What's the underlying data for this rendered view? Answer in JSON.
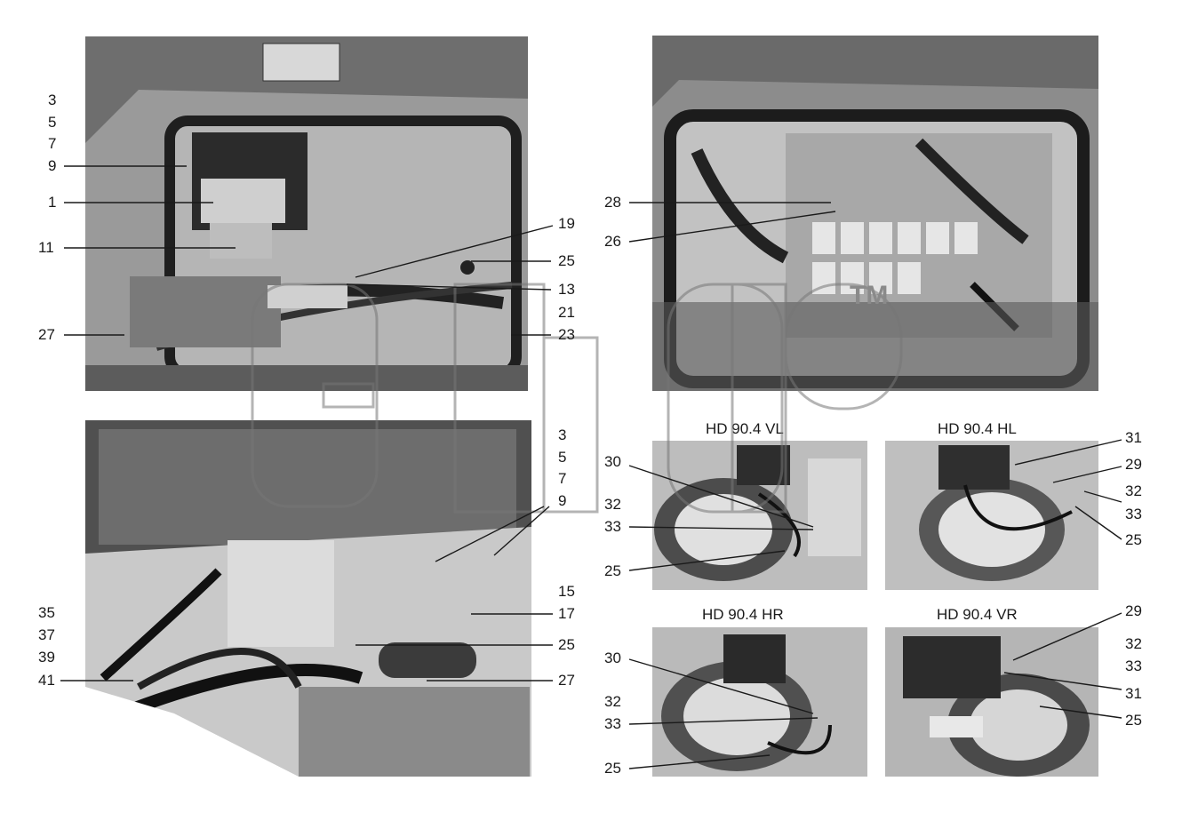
{
  "photos": {
    "top_left": "photo-front-panel-open",
    "top_right": "photo-relay-board",
    "bottom_left": "photo-cab-wiring",
    "hd_vl": {
      "caption": "HD 90.4 VL"
    },
    "hd_hl": {
      "caption": "HD 90.4 HL"
    },
    "hd_hr": {
      "caption": "HD 90.4 HR"
    },
    "hd_vr": {
      "caption": "HD 90.4 VR"
    }
  },
  "callouts": {
    "tl_left": [
      "3",
      "5",
      "7",
      "9",
      "1",
      "11",
      "27"
    ],
    "tl_right": [
      "19",
      "25",
      "13",
      "21",
      "23"
    ],
    "tr_left": [
      "28",
      "26"
    ],
    "tr_watermark_tm": "TM",
    "bl_right_group": [
      "3",
      "5",
      "7",
      "9"
    ],
    "bl_right": [
      "15",
      "17",
      "25",
      "27"
    ],
    "bl_left": [
      "35",
      "37",
      "39",
      "41"
    ],
    "vl": [
      "30",
      "32",
      "33",
      "25"
    ],
    "hl": [
      "31",
      "29",
      "32",
      "33",
      "25"
    ],
    "hr": [
      "30",
      "32",
      "33",
      "25"
    ],
    "vr": [
      "29",
      "32",
      "33",
      "31",
      "25"
    ]
  },
  "colors": {
    "photo_bg": "#8f8f8f",
    "ink": "#1a1a1a",
    "watermark": "#555555"
  }
}
